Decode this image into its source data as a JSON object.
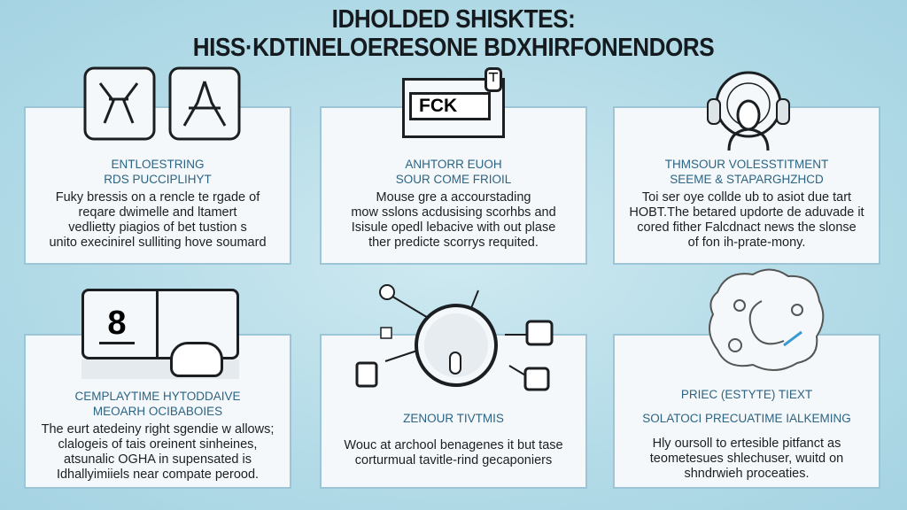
{
  "title": {
    "line1": "IDHOLDED SHISKTES:",
    "line2": "HISS·KDTINELOERESONE BDXHIRFONENDORS"
  },
  "cards": [
    {
      "heading1": "ENTLOESTRING",
      "heading2": "RDS PUCCIPLIHYT",
      "body": [
        "Fuky bressis on a rencle te rgade of",
        "reqare dwimelle and ltamert",
        "vedlietty piagios of bet tustion s",
        "unito execinirel sulliting hove soumard"
      ],
      "icon": "tool-icons"
    },
    {
      "heading1": "ANHTORR EUOH",
      "heading2": "SOUR COME FRIOIL",
      "body": [
        "Mouse gre a accourstading",
        "mow sslons acdusising scorhbs and",
        "Isisule opedl lebacive with out plase",
        "ther predicte scorrys requited."
      ],
      "icon": "fck-badge-icon",
      "icon_label": "FCK"
    },
    {
      "heading1": "THMSOUR VOLESSTITMENT",
      "heading2": "SEEME & STAPARGHZHCD",
      "body": [
        "Toi ser oye collde ub to asiot due tart",
        "HOBT.The betared updorte de aduvade it",
        "cored fither Falcdnact news the slonse",
        "of fon ih-prate-mony."
      ],
      "icon": "headset-robot-icon"
    },
    {
      "heading1": "CEMPLAYTIME HYTODDAIVE",
      "heading2": "MEOARH OCIBABOIES",
      "body": [
        "The eurt atedeiny right sgendie w allows;",
        "clalogeis of tais oreinent sinheines,",
        "atsunalic OGHA in supensated is",
        "Idhallyimiiels near compate perood."
      ],
      "icon": "dashboard-icon",
      "icon_label": "8"
    },
    {
      "heading1": "ZENOUR TIVTMIS",
      "heading2": "",
      "body": [
        "Wouc at archool benagenes it but tase",
        "corturmual tavitle-rind gecaponiers"
      ],
      "icon": "hub-network-icon"
    },
    {
      "heading1": "PRIEC (ESTYTE) TIEXT",
      "heading2": "SOLATOCI PRECUATIME IALKEMING",
      "body": [
        "Hly oursoll to ertesible pitfanct as",
        "teometesues shlechuser, wuitd on",
        "shndrwieh proceaties."
      ],
      "icon": "puzzle-map-icon"
    }
  ]
}
